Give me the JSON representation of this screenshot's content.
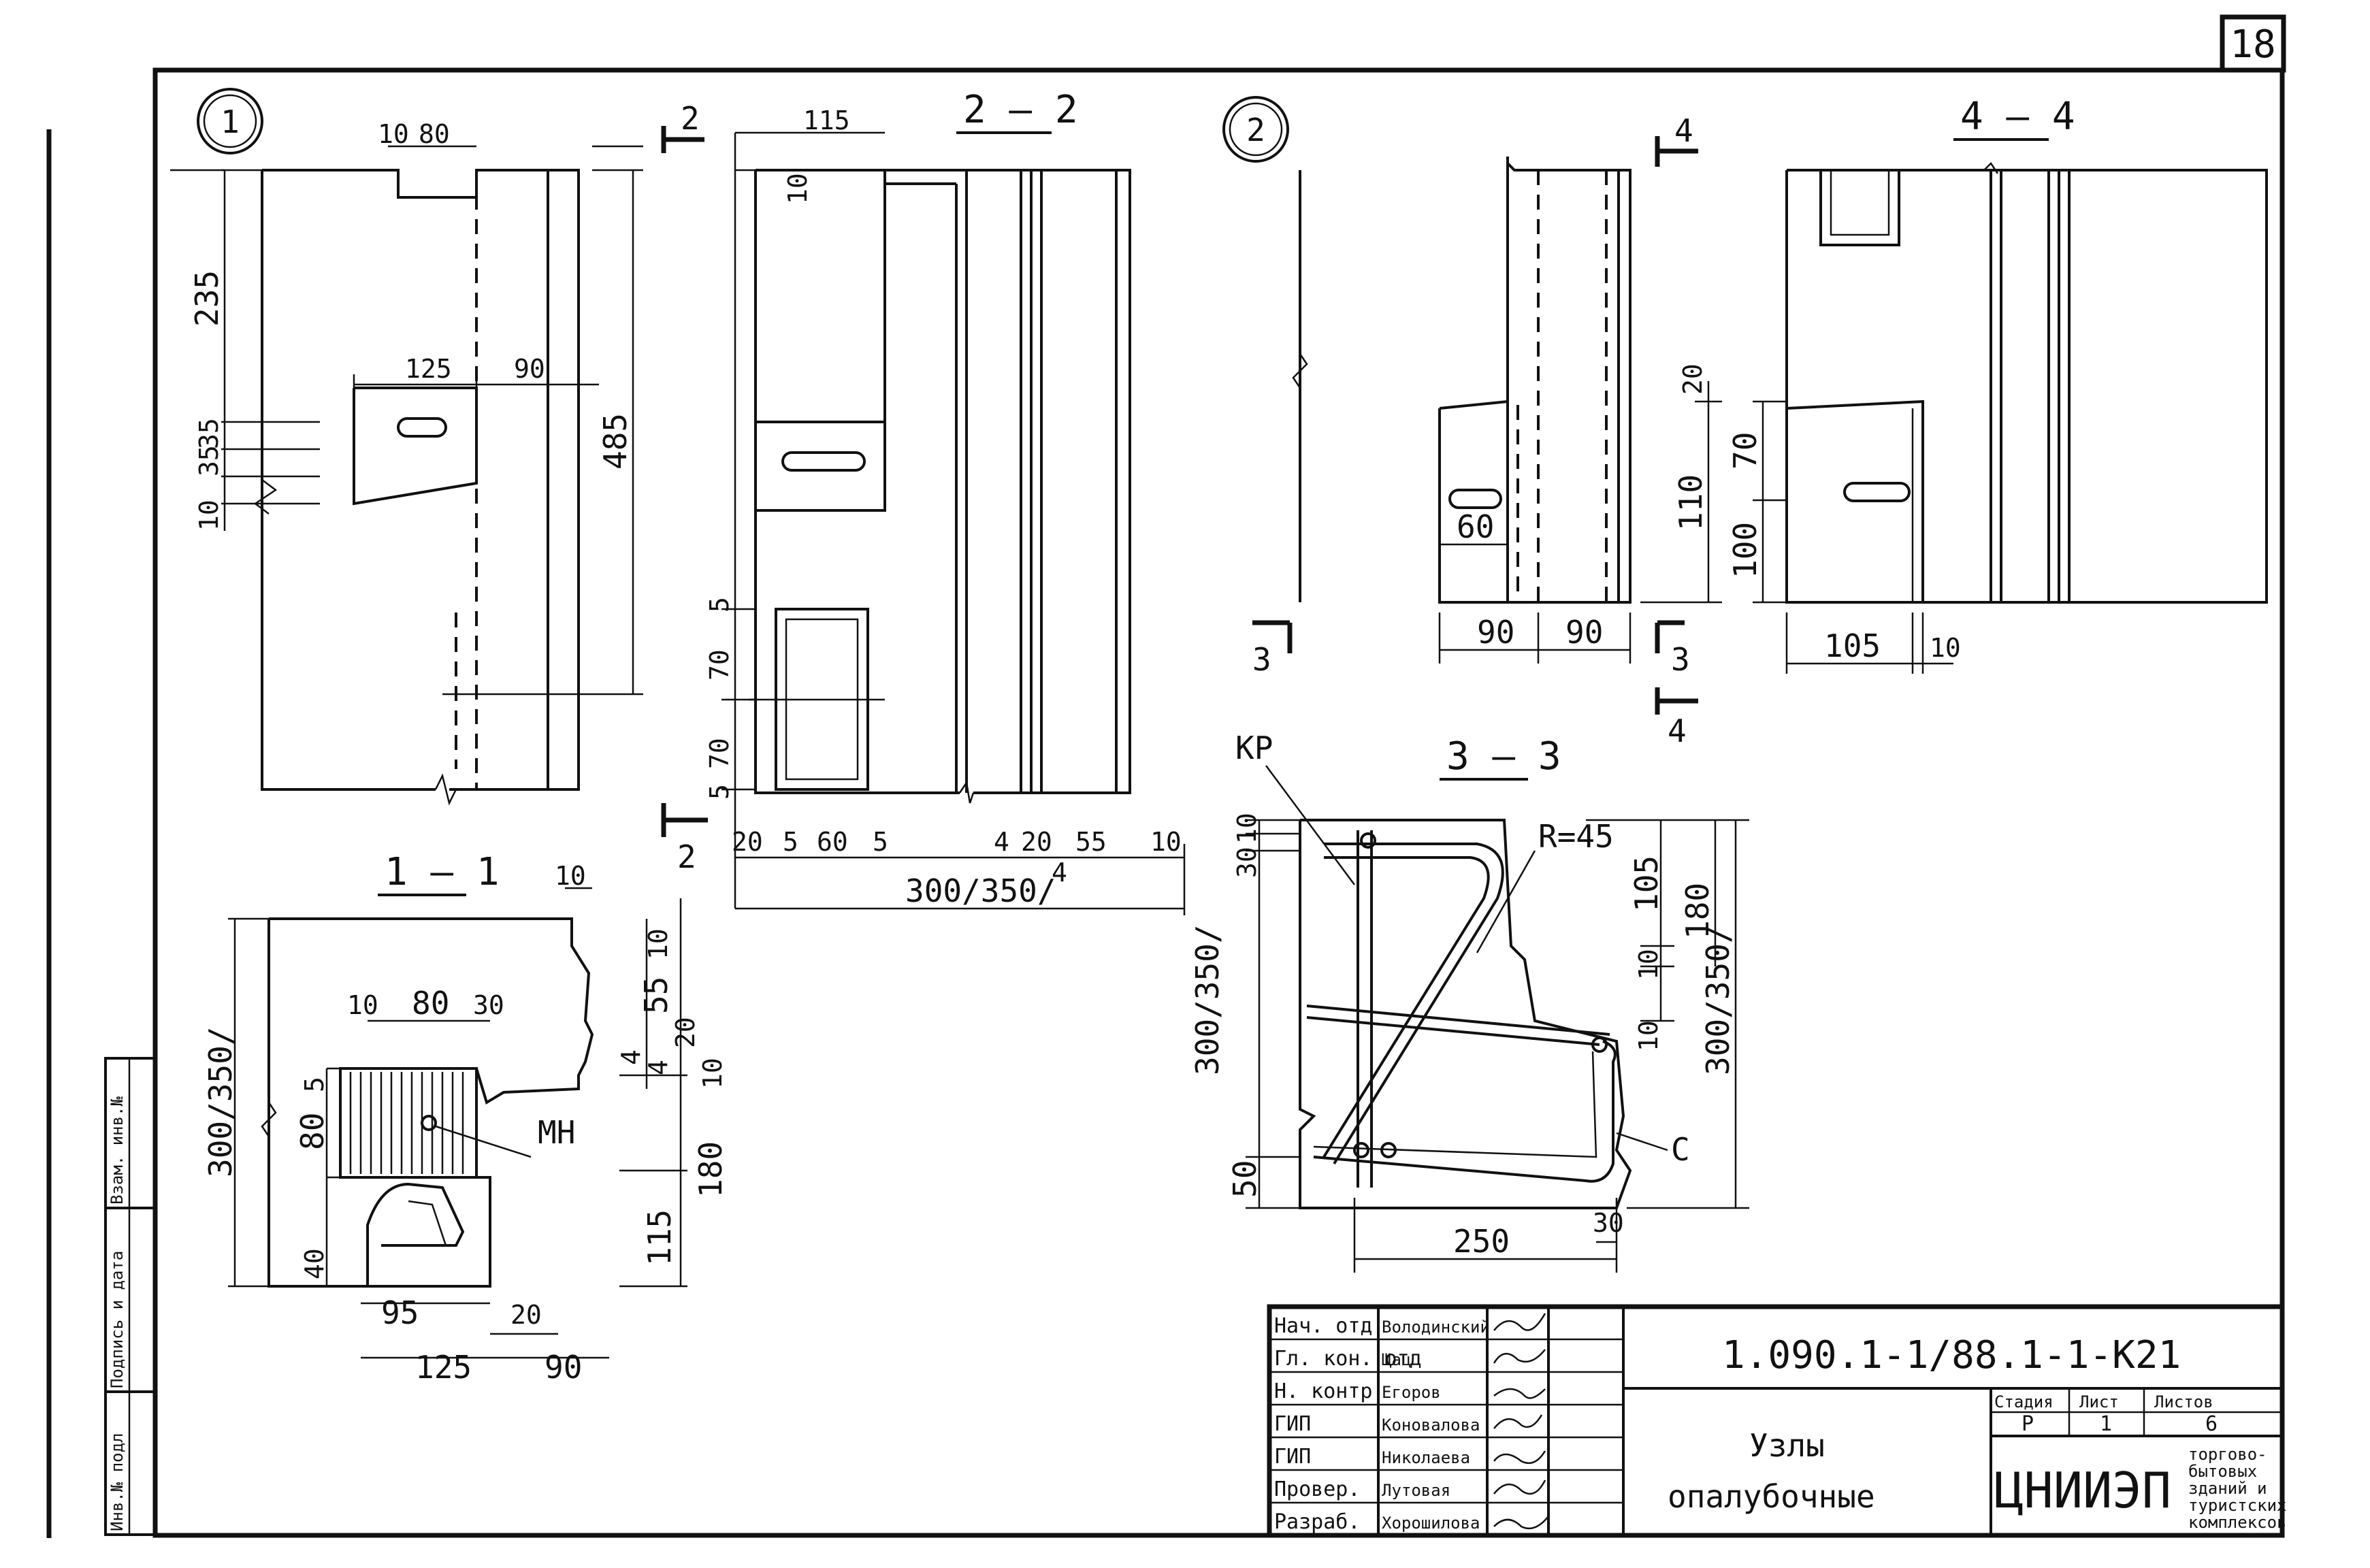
{
  "sheet_number": "18",
  "callouts": {
    "node1": "1",
    "node2": "2"
  },
  "sections": {
    "s1": "1 — 1",
    "s2": "2 — 2",
    "s3": "3 — 3",
    "s4": "4 — 4"
  },
  "cut_marks": {
    "c1": "1",
    "c2": "2",
    "c3": "3",
    "c4": "4"
  },
  "labels": {
    "kr": "КР",
    "mn": "МН",
    "c": "С",
    "radius": "R=45"
  },
  "dims": {
    "n1": [
      "10",
      "80",
      "235",
      "485",
      "125",
      "90",
      "35",
      "35",
      "10"
    ],
    "n2": [
      "115",
      "10",
      "5",
      "70",
      "70",
      "5",
      "20",
      "5",
      "60",
      "5",
      "4",
      "20",
      "55",
      "10",
      "4",
      "300/350/"
    ],
    "nd2": [
      "20",
      "110",
      "60",
      "90",
      "90",
      "70",
      "100",
      "105",
      "10"
    ],
    "s11": [
      "10",
      "10",
      "80",
      "30",
      "5",
      "80",
      "300/350/",
      "4",
      "55",
      "10",
      "4",
      "20",
      "10",
      "180",
      "115",
      "40",
      "95",
      "20",
      "125",
      "90"
    ],
    "s33": [
      "10",
      "30",
      "105",
      "180",
      "10",
      "10",
      "300/350/",
      "300/350/",
      "50",
      "30",
      "250"
    ]
  },
  "side_stamp": [
    "Инв.№ подл",
    "Подпись и дата",
    "Взам. инв.№"
  ],
  "title_block": {
    "roles": [
      "Нач. отд",
      "Гл. кон. отд",
      "Н. контр",
      "ГИП",
      "ГИП",
      "Провер.",
      "Разраб."
    ],
    "names": [
      "Володинский",
      "Щац",
      "Егоров",
      "Коновалова",
      "Николаева",
      "Лутовая",
      "Хорошилова"
    ],
    "code": "1.090.1-1/88.1-1-К21",
    "drawing_title_1": "Узлы",
    "drawing_title_2": "опалубочные",
    "stage_label": "Стадия",
    "sheet_label": "Лист",
    "sheets_label": "Листов",
    "stage": "Р",
    "sheet": "1",
    "sheets": "6",
    "org_logo": "ЦНИИЭП",
    "org_desc": [
      "торгово-",
      "бытовых",
      "зданий и",
      "туристских",
      "комплексов"
    ]
  }
}
